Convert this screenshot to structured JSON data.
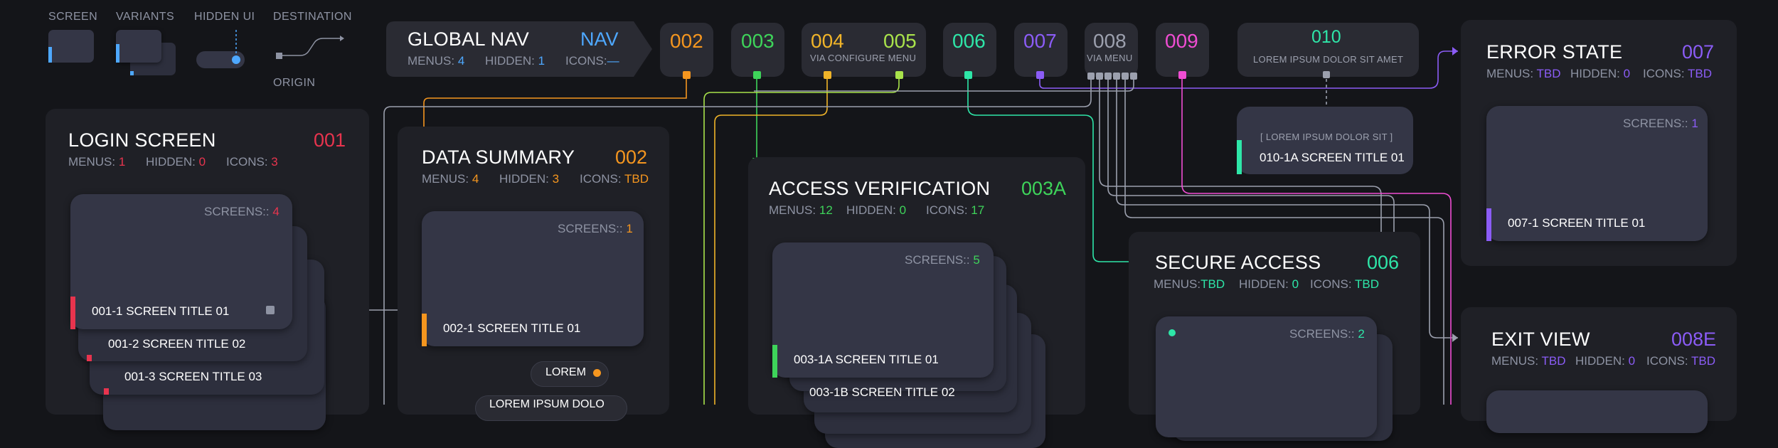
{
  "legend": {
    "screen": "SCREEN",
    "variants": "VARIANTS",
    "hidden_ui": "HIDDEN UI",
    "destination": "DESTINATION",
    "origin": "ORIGIN"
  },
  "labels": {
    "menus": "MENUS:",
    "hidden": "HIDDEN:",
    "icons": "ICONS:",
    "screens": "SCREENS::"
  },
  "nav": {
    "global_title": "GLOBAL NAV",
    "global_code": "NAV",
    "global_menus": "4",
    "global_hidden": "1",
    "global_icons": "—",
    "n002": "002",
    "n003": "003",
    "n004": "004",
    "n005": "005",
    "n004_sub": "VIA CONFIGURE MENU",
    "n006": "006",
    "n007": "007",
    "n008": "008",
    "n008_sub": "VIA MENU",
    "n009": "009",
    "n010": "010",
    "n010_sub": "LOREM IPSUM DOLOR SIT AMET"
  },
  "login": {
    "title": "LOGIN SCREEN",
    "code": "001",
    "menus": "1",
    "hidden": "0",
    "icons": "3",
    "screens": "4",
    "shot1": "001-1  SCREEN TITLE 01",
    "shot2": "001-2  SCREEN TITLE 02",
    "shot3": "001-3  SCREEN TITLE 03"
  },
  "data_summary": {
    "title": "DATA SUMMARY",
    "code": "002",
    "menus": "4",
    "hidden": "3",
    "icons": "TBD",
    "screens": "1",
    "shot1": "002-1  SCREEN TITLE 01",
    "pill1": "LOREM",
    "pill2": "LOREM IPSUM DOLO"
  },
  "access": {
    "title": "ACCESS VERIFICATION",
    "code": "003A",
    "menus": "12",
    "hidden": "0",
    "icons": "17",
    "screens": "5",
    "shot1": "003-1A  SCREEN TITLE 01",
    "shot2": "003-1B  SCREEN TITLE 02"
  },
  "hidden_box": {
    "caption": "[ LOREM IPSUM DOLOR SIT ]",
    "shot": "010-1A  SCREEN TITLE 01"
  },
  "secure": {
    "title": "SECURE ACCESS",
    "code": "006",
    "menus": "TBD",
    "hidden": "0",
    "icons": "TBD",
    "screens": "2"
  },
  "error": {
    "title": "ERROR STATE",
    "code": "007",
    "menus": "TBD",
    "hidden": "0",
    "icons": "TBD",
    "screens": "1",
    "shot1": "007-1  SCREEN TITLE 01"
  },
  "exit": {
    "title": "EXIT VIEW",
    "code": "008E",
    "menus": "TBD",
    "hidden": "0",
    "icons": "TBD"
  },
  "colors": {
    "red": "#e8344e",
    "orange": "#f5961f",
    "green": "#3ed45a",
    "gold": "#f0b429",
    "lime": "#a9e34b",
    "teal": "#2ee6a8",
    "purple": "#8b5cf6",
    "gray": "#9ca0ae",
    "magenta": "#f04dd3",
    "blue": "#4ea8ff"
  }
}
